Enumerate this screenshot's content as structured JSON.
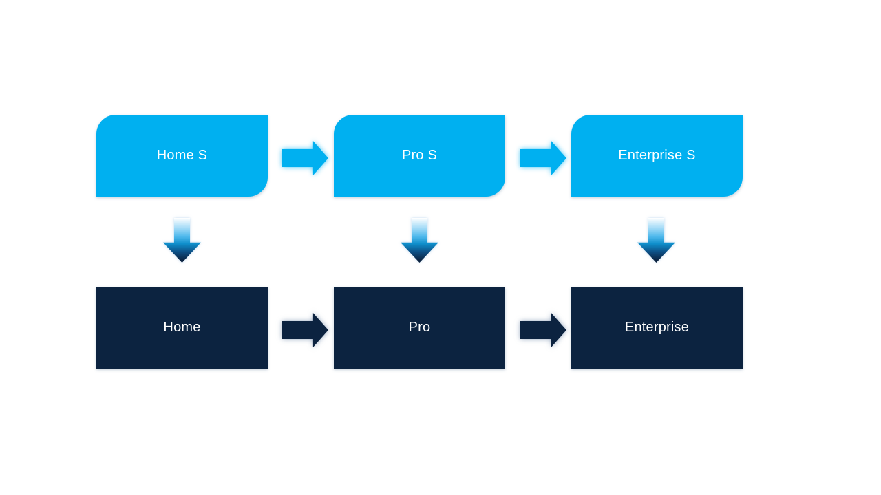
{
  "slide": {
    "background": "#FFFFFF"
  },
  "colors": {
    "top_box_fill": "#00B0F0",
    "bottom_box_fill": "#0C2340",
    "label_text": "#FFFFFF",
    "top_arrow_fill": "#00B0F0",
    "bottom_arrow_fill": "#0C2340",
    "down_arrow_gradient": [
      "#FFFFFF",
      "#4DB8EC",
      "#0C2340"
    ]
  },
  "columns": [
    {
      "top_label": "Home S",
      "bottom_label": "Home"
    },
    {
      "top_label": "Pro S",
      "bottom_label": "Pro"
    },
    {
      "top_label": "Enterprise S",
      "bottom_label": "Enterprise"
    }
  ],
  "icons": {
    "right_arrow": "right-arrow",
    "down_arrow": "down-arrow"
  }
}
